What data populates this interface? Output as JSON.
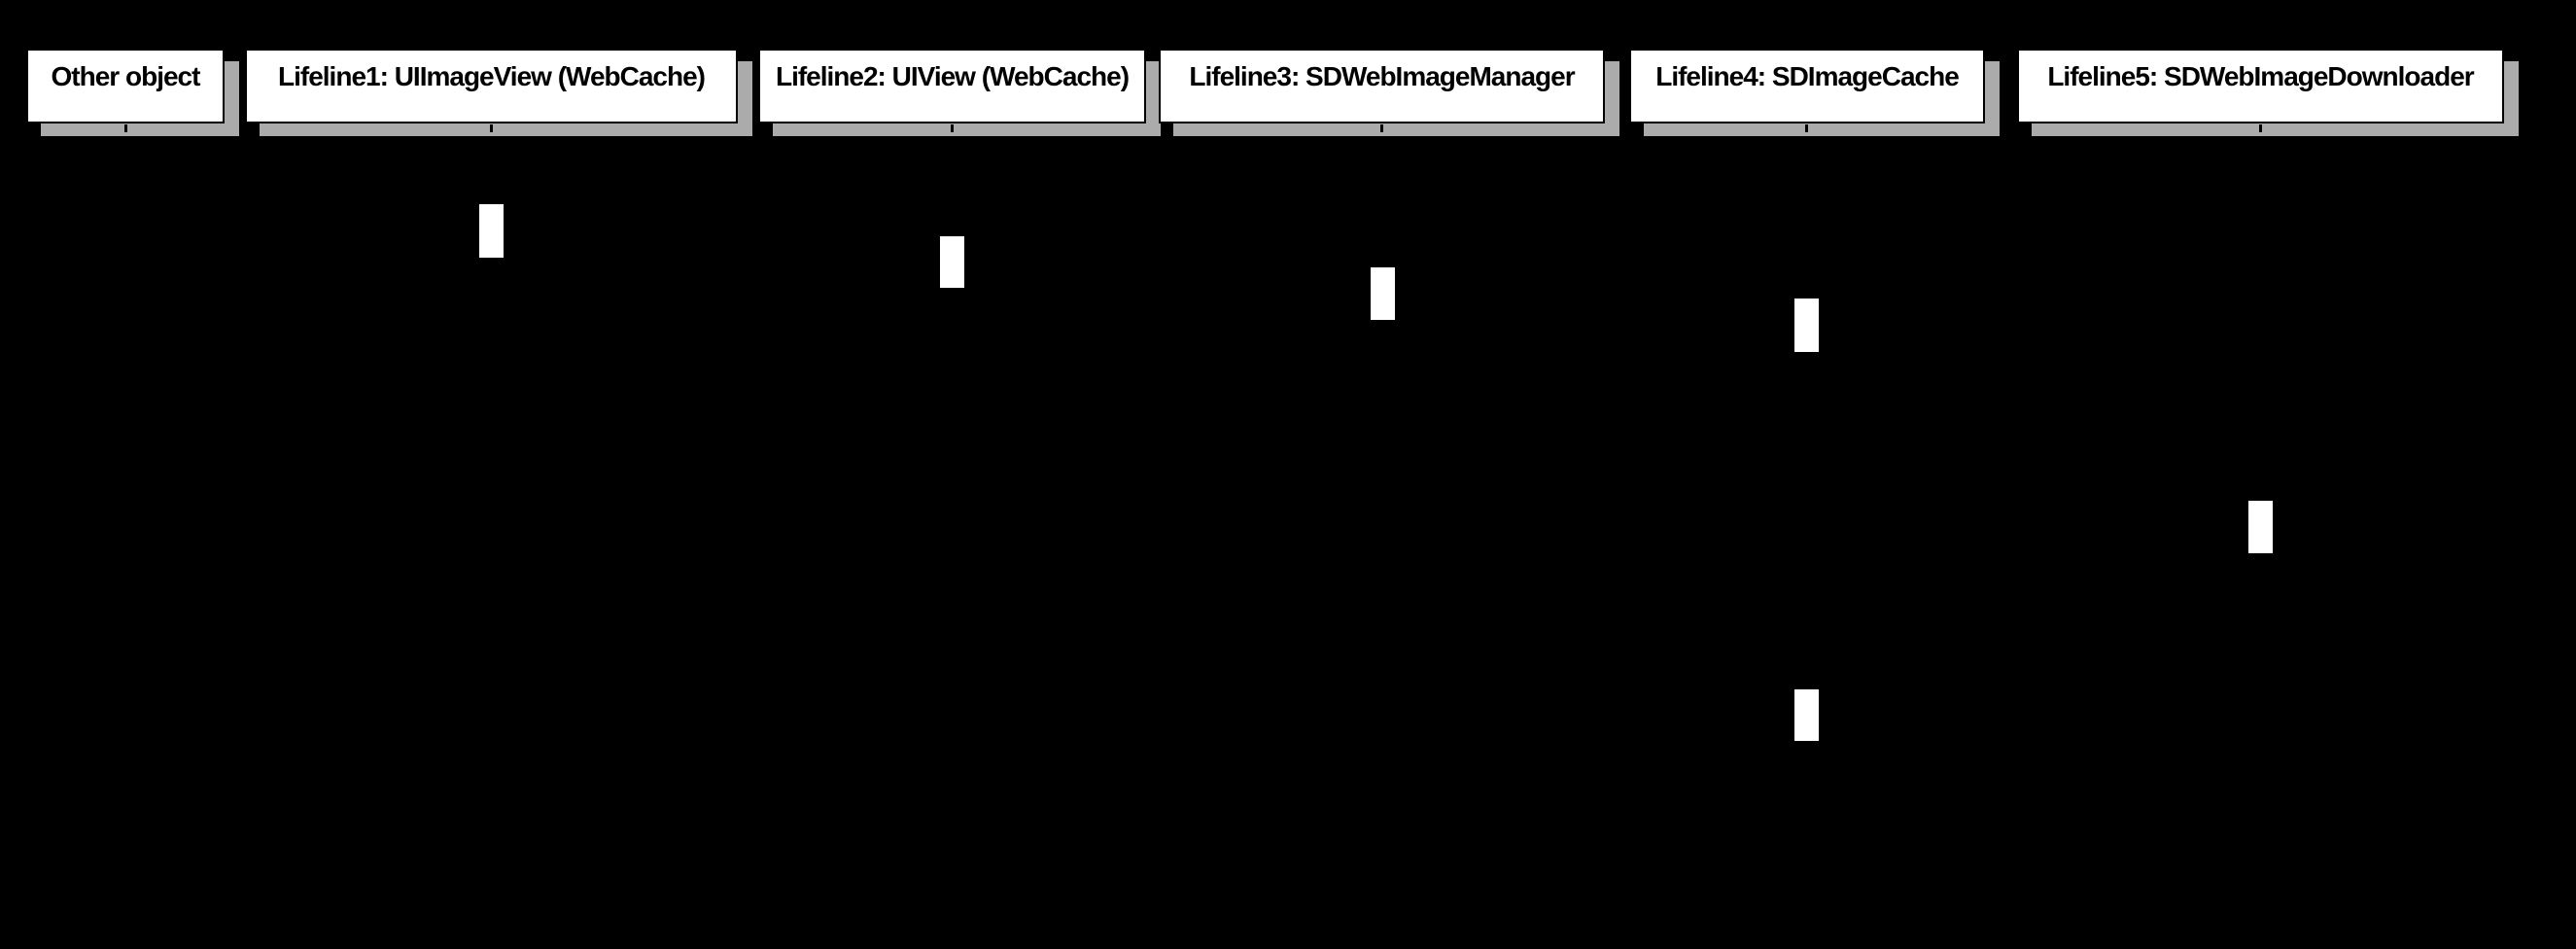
{
  "diagram": {
    "type": "uml-sequence",
    "colors": {
      "background": "#000000",
      "box_fill": "#ffffff",
      "box_border": "#000000",
      "box_text": "#000000",
      "shadow": "#ababab",
      "activation_fill": "#ffffff",
      "lifeline_dash": "#000000"
    },
    "lifelines": [
      {
        "label": "Other object"
      },
      {
        "label": "Lifeline1: UIImageView (WebCache)"
      },
      {
        "label": "Lifeline2: UIView (WebCache)"
      },
      {
        "label": "Lifeline3: SDWebImageManager"
      },
      {
        "label": "Lifeline4: SDImageCache"
      },
      {
        "label": "Lifeline5: SDWebImageDownloader"
      }
    ]
  }
}
